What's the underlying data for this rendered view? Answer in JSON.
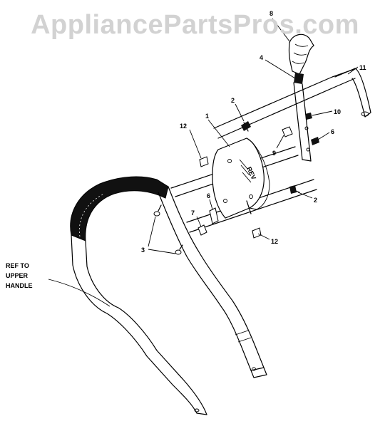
{
  "watermark": "AppliancePartsPros.com",
  "callouts": {
    "c1": "1",
    "c2a": "2",
    "c2b": "2",
    "c3": "3",
    "c4": "4",
    "c6a": "6",
    "c6b": "6",
    "c7": "7",
    "c8": "8",
    "c9": "9",
    "c10": "10",
    "c11": "11",
    "c12a": "12",
    "c12b": "12"
  },
  "ref_label": [
    "REF TO",
    "UPPER",
    "HANDLE"
  ]
}
